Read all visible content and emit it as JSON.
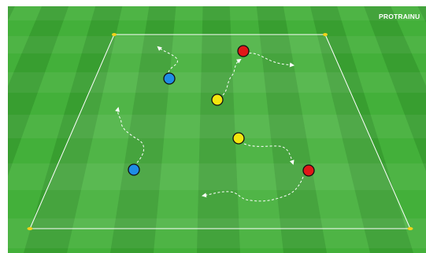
{
  "watermark": {
    "text": "PROTRAINU"
  },
  "colors": {
    "grass_light": "#43b03a",
    "grass_dark": "#2f8f28",
    "lines": "#ffffff",
    "cone": "#f2d21a",
    "player_red": "#e01818",
    "player_blue": "#1e8de6",
    "player_yellow": "#f3e60e",
    "outline": "#111111"
  },
  "icons": {
    "corner_cone": "cone-marker-icon",
    "player": "player-disc-icon",
    "run_path": "dashed-arrow-icon"
  },
  "players": [
    {
      "id": "red-1",
      "team": "red"
    },
    {
      "id": "red-2",
      "team": "red"
    },
    {
      "id": "blue-1",
      "team": "blue"
    },
    {
      "id": "blue-2",
      "team": "blue"
    },
    {
      "id": "yellow-1",
      "team": "yellow"
    },
    {
      "id": "yellow-2",
      "team": "yellow"
    }
  ]
}
